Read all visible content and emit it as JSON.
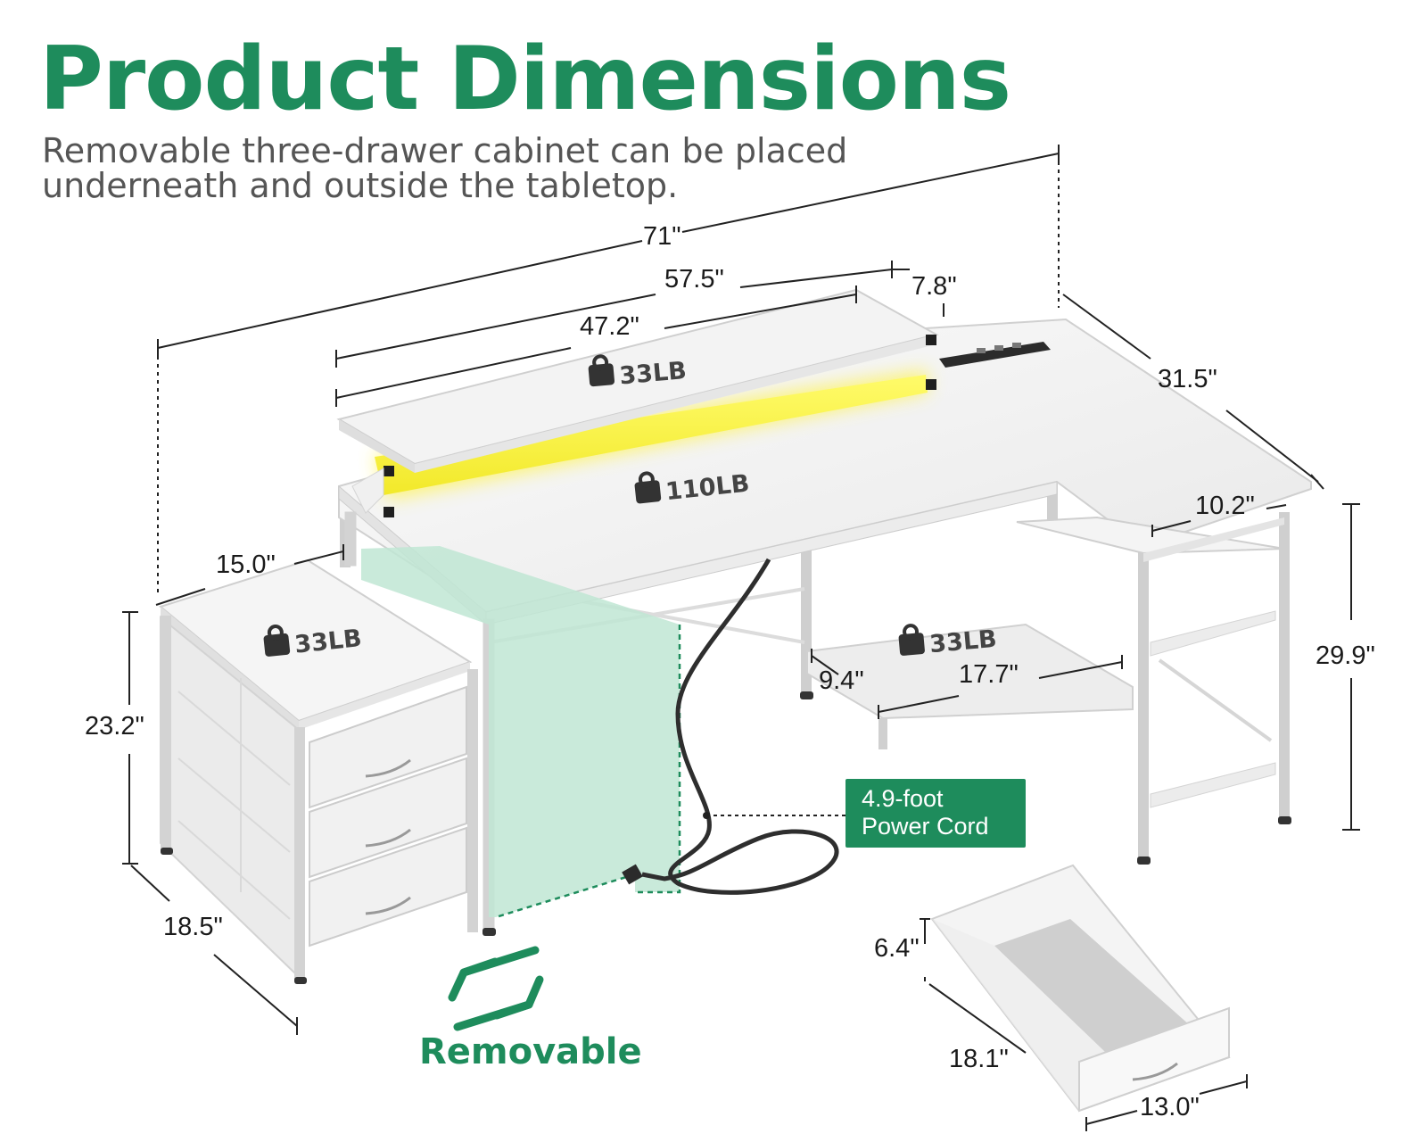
{
  "header": {
    "title": "Product Dimensions",
    "subtitle_line1": "Removable three-drawer cabinet can be placed",
    "subtitle_line2": "underneath and outside the tabletop."
  },
  "dimensions": {
    "total_width": "71\"",
    "desk_width": "57.5\"",
    "side_gap": "7.8\"",
    "riser_width": "47.2\"",
    "side_depth": "31.5\"",
    "cabinet_width": "15.0\"",
    "cabinet_height": "23.2\"",
    "cabinet_depth": "18.5\"",
    "shelf_depth": "10.2\"",
    "desk_height": "29.9\"",
    "footrest_depth": "9.4\"",
    "footrest_width": "17.7\"",
    "drawer_height": "6.4\"",
    "drawer_depth": "18.1\"",
    "drawer_width": "13.0\""
  },
  "weights": {
    "riser": "33LB",
    "desktop": "110LB",
    "cabinet": "33LB",
    "footrest": "33LB"
  },
  "callout": {
    "line1": "4.9-foot",
    "line2": "Power Cord"
  },
  "removable_label": "Removable",
  "colors": {
    "brand_green": "#1e8c5c",
    "led_yellow": "#f8f23a",
    "desk_white": "#f2f2f2",
    "leg_gray": "#d4d4d4",
    "transparent_green": "#bfe6d3"
  }
}
